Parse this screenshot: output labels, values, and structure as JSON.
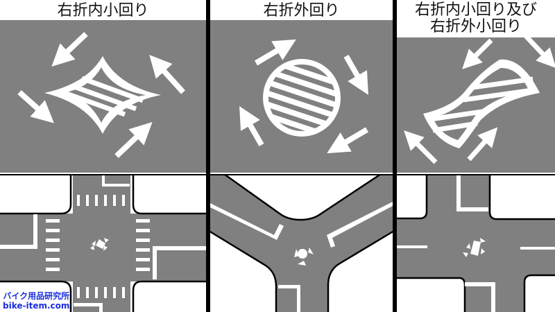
{
  "panels": [
    {
      "id": "inner-small-turn",
      "title": "右折内小回り"
    },
    {
      "id": "outer-turn",
      "title": "右折外回り"
    },
    {
      "id": "inner-and-outer-small-turn",
      "title_lines": [
        "右折内小回り及び",
        "右折外小回り"
      ]
    }
  ],
  "watermark": {
    "line1": "バイク用品研究所",
    "line2": "bike-item.com"
  },
  "colors": {
    "road": "#808080",
    "marking": "#ffffff",
    "divider": "#000000",
    "watermark": "#1a2ee0"
  }
}
